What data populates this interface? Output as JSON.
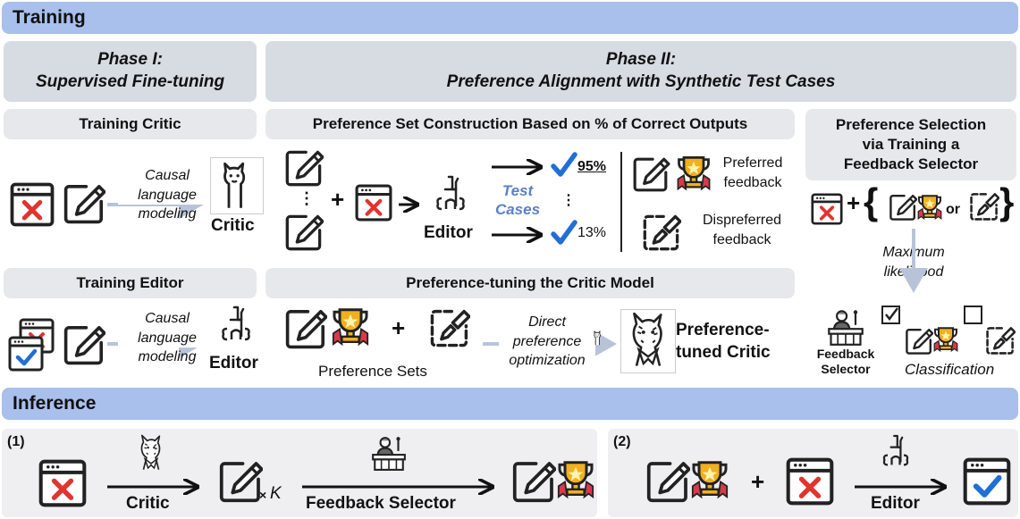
{
  "training": {
    "title": "Training",
    "phase1": {
      "line1": "Phase I:",
      "line2": "Supervised Fine-tuning"
    },
    "phase2": {
      "line1": "Phase II:",
      "line2": "Preference Alignment with Synthetic Test Cases"
    },
    "training_critic": {
      "header": "Training Critic",
      "arrow_text": [
        "Causal",
        "language",
        "modeling"
      ],
      "output": "Critic"
    },
    "pref_set": {
      "header": "Preference Set Construction Based on % of Correct Outputs",
      "dots": "⋮",
      "plus": "+",
      "editor": "Editor",
      "test_cases": [
        "Test",
        "Cases"
      ],
      "pct_high": "95%",
      "pct_low": "13%",
      "preferred": [
        "Preferred",
        "feedback"
      ],
      "dispreferred": [
        "Dispreferred",
        "feedback"
      ]
    },
    "pref_select": {
      "header": [
        "Preference Selection",
        "via Training a",
        "Feedback Selector"
      ],
      "plus": "+",
      "brace_open": "{",
      "brace_close": "}",
      "or": "or",
      "arrow_text": [
        "Maximum",
        "likelihood"
      ],
      "selector": [
        "Feedback",
        "Selector"
      ],
      "classification": "Classification"
    },
    "training_editor": {
      "header": "Training Editor",
      "arrow_text": [
        "Causal",
        "language",
        "modeling"
      ],
      "output": "Editor"
    },
    "pref_tuning": {
      "header": "Preference-tuning the Critic Model",
      "plus": "+",
      "sets_label": "Preference Sets",
      "arrow_text": [
        "Direct",
        "preference",
        "optimization"
      ],
      "output": [
        "Preference-",
        "tuned Critic"
      ]
    }
  },
  "inference": {
    "title": "Inference",
    "p1": {
      "num": "(1)",
      "critic": "Critic",
      "times": "×",
      "k": "K",
      "selector": "Feedback Selector"
    },
    "p2": {
      "num": "(2)",
      "plus": "+",
      "editor": "Editor"
    }
  },
  "colors": {
    "band": "#a9bfec",
    "phase": "#d7dbe2",
    "sub_header": "#e7e8ec",
    "panel": "#efeff1",
    "error_red": "#e0342f",
    "check_blue": "#1f6fd6",
    "arrow_gray": "#b9c3d8",
    "trophy_gold": "#f2b01e",
    "ribbon_red": "#d93a4a"
  }
}
